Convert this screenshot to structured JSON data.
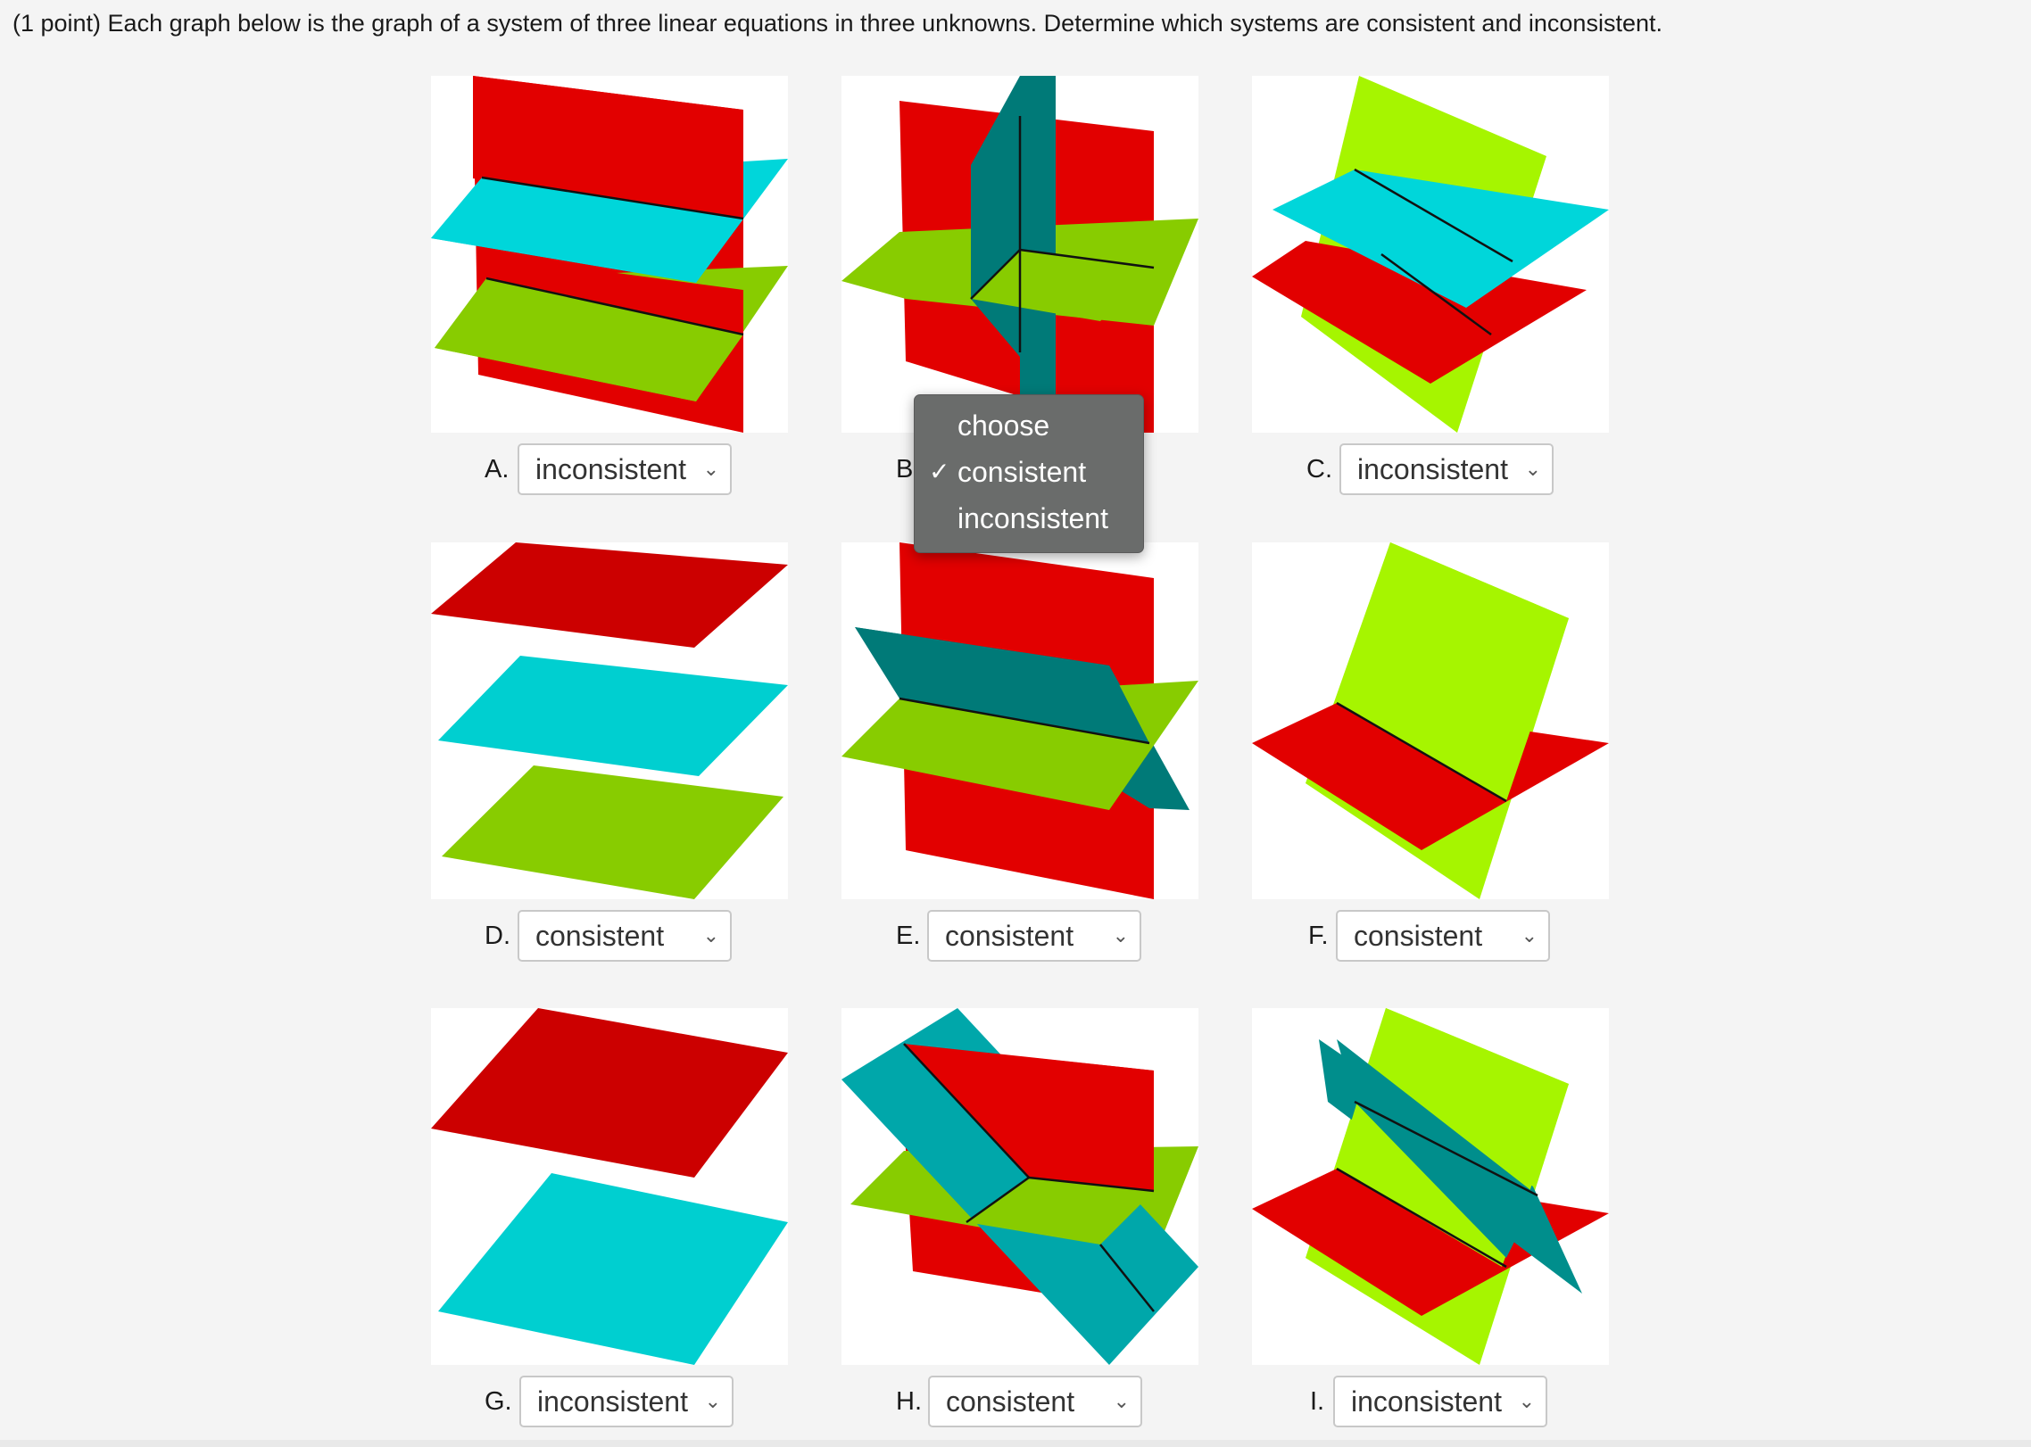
{
  "question": "(1 point) Each graph below is the graph of a system of three linear equations in three unknowns. Determine which systems are consistent and inconsistent.",
  "colors": {
    "red": "#e20000",
    "dark_red": "#cc0000",
    "cyan": "#00d6da",
    "teal": "#007a78",
    "teal_mid": "#00a7aa",
    "green": "#88cc00",
    "lime": "#a6f500"
  },
  "graphs": [
    {
      "label": "A.",
      "selected": "inconsistent"
    },
    {
      "label": "B",
      "selected": "consistent"
    },
    {
      "label": "C.",
      "selected": "inconsistent"
    },
    {
      "label": "D.",
      "selected": "consistent"
    },
    {
      "label": "E.",
      "selected": "consistent"
    },
    {
      "label": "F.",
      "selected": "consistent"
    },
    {
      "label": "G.",
      "selected": "inconsistent"
    },
    {
      "label": "H.",
      "selected": "consistent"
    },
    {
      "label": "I.",
      "selected": "inconsistent"
    }
  ],
  "dropdown": {
    "options": [
      "choose",
      "consistent",
      "inconsistent"
    ],
    "checkmark": "✓",
    "checked_option": "consistent"
  },
  "icons": {
    "chevron": "chevron-down-icon"
  }
}
